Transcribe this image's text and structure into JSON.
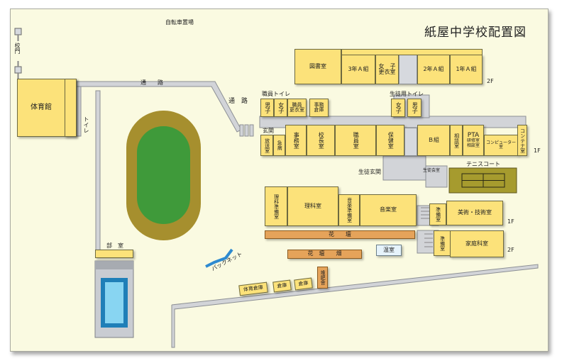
{
  "title": "紙屋中学校配置図",
  "labels": {
    "bike_parking": "自転車置場",
    "gate": "校門",
    "gym": "体育館",
    "path_top": "通　　路",
    "path_diag": "通　路",
    "toilet_v": "トイレ",
    "staff_toilet": "職員トイレ",
    "student_toilet": "生徒用トイレ",
    "entrance": "玄関",
    "student_entrance": "生徒玄関",
    "student_lounge": "生徒会室",
    "tennis": "テニスコート",
    "bunkyo": "部　室",
    "backnet": "バックネット",
    "floor_2f_a": "2F",
    "floor_1f_a": "1F",
    "floor_1f_b": "1F",
    "floor_2f_b": "2F"
  },
  "rooms": {
    "library": "図書室",
    "c3a": "3年Ａ組",
    "girls_dress": "女　子\n更衣室",
    "c2a": "2年Ａ組",
    "c1a": "1年Ａ組",
    "boys": "男子",
    "girls": "女子",
    "staff_dress": "職員\n更衣室",
    "office_store": "事務\n倉庫",
    "broadcast": "放送室",
    "emergency": "急病",
    "office": "事務室",
    "principal": "校長室",
    "staffroom": "職員室",
    "health": "保健室",
    "girls2": "女子",
    "boys2": "男子",
    "bclass": "Ｂ組",
    "counsel": "相談室",
    "pta": "PTA",
    "training": "研修室\n相談室",
    "computer": "コンピューター室",
    "container": "コンテナ室",
    "sci_prep": "理科準備室",
    "science": "理科室",
    "music_prep": "音楽準備室",
    "music": "音楽室",
    "prep1": "準備室",
    "arts": "美術・技術室",
    "prep2": "準備室",
    "homeec": "家庭科室",
    "flowerbed": "花　　壇",
    "flowerfield": "花　壇　　畑",
    "greenhouse": "温室",
    "compost": "堆肥舎",
    "pe_store": "体育倉庫",
    "store1": "倉庫",
    "store2": "倉庫"
  }
}
